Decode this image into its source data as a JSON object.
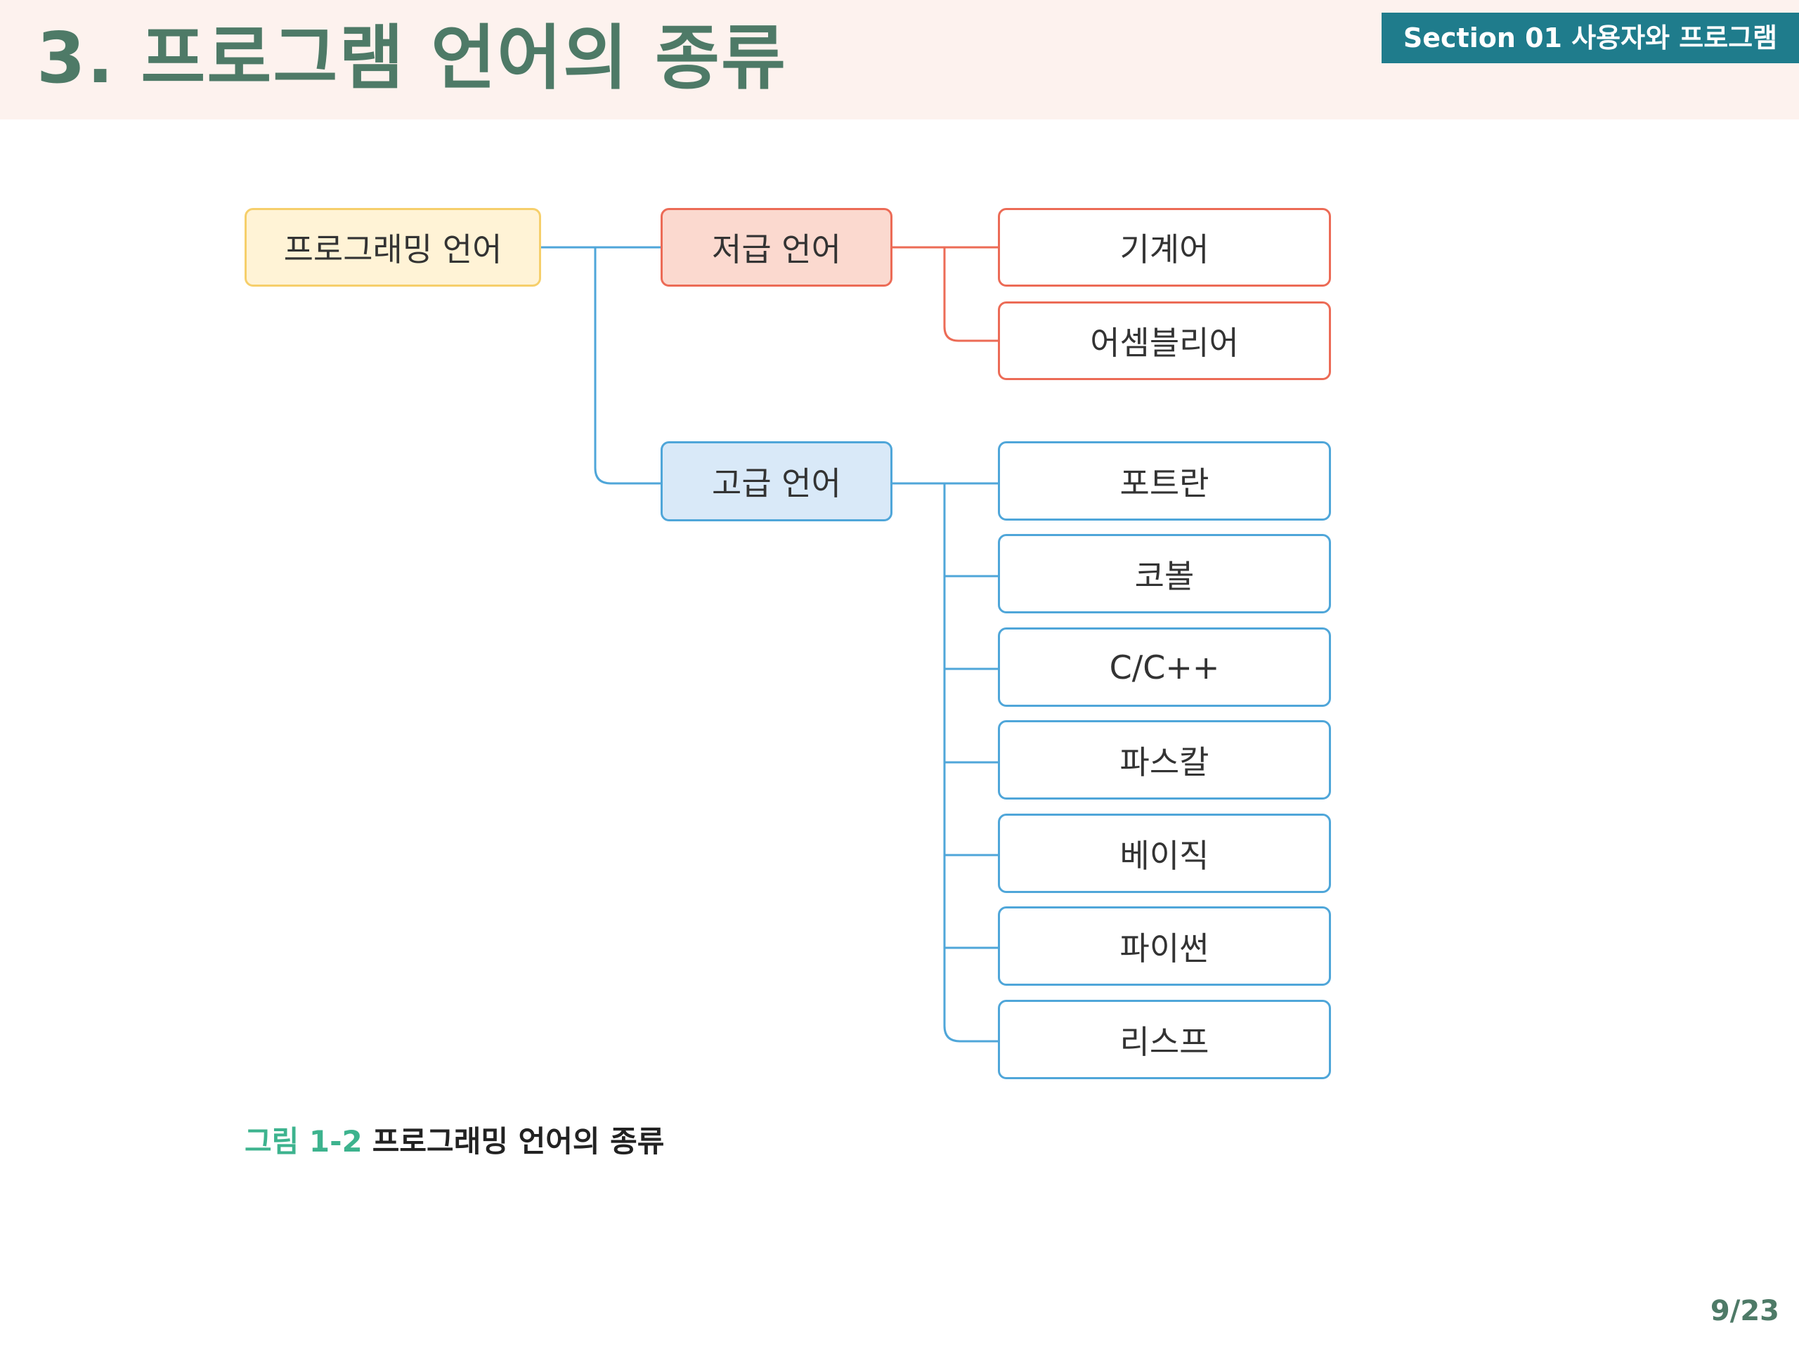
{
  "slide": {
    "title": "3. 프로그램 언어의 종류",
    "section_tag": "Section 01 사용자와 프로그램",
    "page_number": "9/23"
  },
  "diagram": {
    "root": "프로그래밍 언어",
    "low_level": {
      "label": "저급 언어",
      "children": [
        "기계어",
        "어셈블리어"
      ]
    },
    "high_level": {
      "label": "고급 언어",
      "children": [
        "포트란",
        "코볼",
        "C/C++",
        "파스칼",
        "베이직",
        "파이썬",
        "리스프"
      ]
    }
  },
  "caption": {
    "label": "그림 1-2",
    "text": "프로그래밍 언어의 종류"
  },
  "colors": {
    "title": "#4e7a67",
    "header_band": "#fdf2ee",
    "section_tag_bg": "#1f7c8c",
    "root_fill": "#fff3d6",
    "root_border": "#f6cf6b",
    "low_fill": "#fbd9cf",
    "low_border": "#ec6b56",
    "high_fill": "#d9e9f8",
    "high_border": "#4fa6d9",
    "caption_label": "#3db38e"
  }
}
